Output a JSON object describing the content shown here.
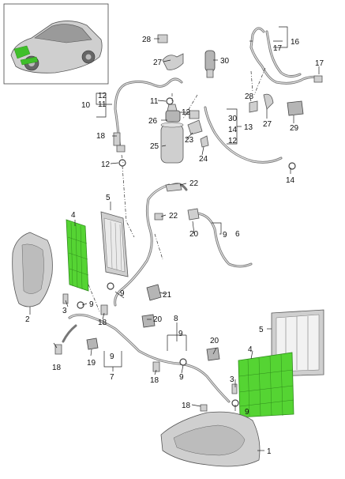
{
  "labels": {
    "c1": "1",
    "c2": "2",
    "c3a": "3",
    "c3b": "3",
    "c4a": "4",
    "c4b": "4",
    "c5a": "5",
    "c5b": "5",
    "c6": "6",
    "c7": "7",
    "c8": "8",
    "c9a": "9",
    "c9b": "9",
    "c9c": "9",
    "c9d": "9",
    "c9e": "9",
    "c9f": "9",
    "c9g": "9",
    "c10": "10",
    "c11a": "11",
    "c11b": "11",
    "c12a": "12",
    "c12b": "12",
    "c12c": "12",
    "c12d": "12",
    "c13": "13",
    "c14a": "14",
    "c14b": "14",
    "c16": "16",
    "c17a": "17",
    "c17b": "17",
    "c18a": "18",
    "c18b": "18",
    "c18c": "18",
    "c18d": "18",
    "c18e": "18",
    "c19": "19",
    "c20a": "20",
    "c20b": "20",
    "c20c": "20",
    "c21": "21",
    "c22a": "22",
    "c22b": "22",
    "c23": "23",
    "c24": "24",
    "c25": "25",
    "c26": "26",
    "c27a": "27",
    "c27b": "27",
    "c28a": "28",
    "c28b": "28",
    "c29": "29",
    "c30a": "30",
    "c30b": "30"
  },
  "colors": {
    "highlight": "#55d433",
    "highlight_edge": "#2f8c1c",
    "part_fill": "#cfcfcf",
    "line": "#222222"
  }
}
